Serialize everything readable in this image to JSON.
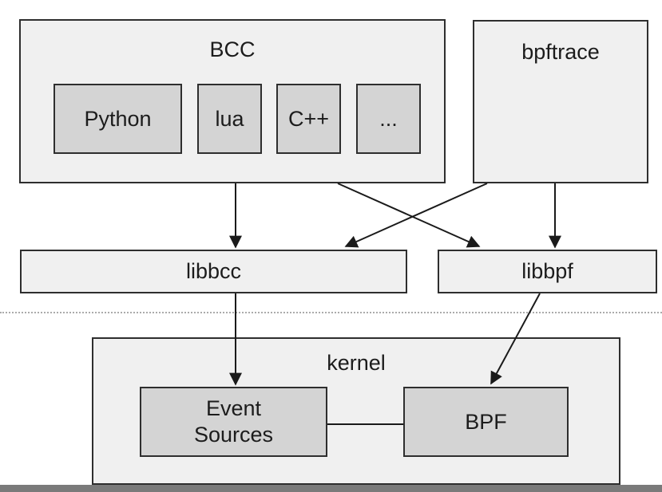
{
  "colors": {
    "outer_fill": "#f0f0f0",
    "inner_fill": "#d4d4d4",
    "border": "#2e2e2e",
    "line": "#1a1a1a",
    "text": "#1c1c1c",
    "dotted_line": "#ababab",
    "bottom_bar": "#7a7a7a"
  },
  "diagram": {
    "nodes": {
      "bcc": {
        "label": "BCC"
      },
      "python": {
        "label": "Python"
      },
      "lua": {
        "label": "lua"
      },
      "cpp": {
        "label": "C++"
      },
      "ellipsis": {
        "label": "..."
      },
      "bpftrace": {
        "label": "bpftrace"
      },
      "libbcc": {
        "label": "libbcc"
      },
      "libbpf": {
        "label": "libbpf"
      },
      "kernel": {
        "label": "kernel"
      },
      "event_sources": {
        "label": "Event\nSources"
      },
      "bpf": {
        "label": "BPF"
      }
    },
    "edges": [
      {
        "from": "BCC",
        "to": "libbcc",
        "style": "arrow"
      },
      {
        "from": "BCC",
        "to": "libbpf",
        "style": "arrow"
      },
      {
        "from": "bpftrace",
        "to": "libbcc",
        "style": "arrow"
      },
      {
        "from": "bpftrace",
        "to": "libbpf",
        "style": "arrow"
      },
      {
        "from": "libbcc",
        "to": "Event Sources",
        "style": "arrow"
      },
      {
        "from": "libbpf",
        "to": "BPF",
        "style": "arrow"
      },
      {
        "from": "Event Sources",
        "to": "BPF",
        "style": "plain-line"
      }
    ]
  }
}
